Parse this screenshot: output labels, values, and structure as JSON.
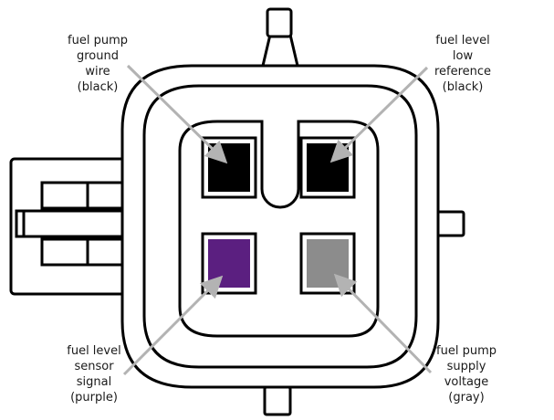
{
  "labels": {
    "top_left": {
      "lines": [
        "fuel pump",
        "ground",
        "wire",
        "(black)"
      ]
    },
    "top_right": {
      "lines": [
        "fuel level",
        "low",
        "reference",
        "(black)"
      ]
    },
    "bottom_left": {
      "lines": [
        "fuel level",
        "sensor",
        "signal",
        "(purple)"
      ]
    },
    "bottom_right": {
      "lines": [
        "fuel pump",
        "supply",
        "voltage",
        "(gray)"
      ]
    }
  },
  "colors": {
    "outline": "#000000",
    "arrow": "#b3b3b3",
    "terminal_black": "#000000",
    "terminal_purple": "#5b1f80",
    "terminal_gray": "#8c8c8c"
  }
}
